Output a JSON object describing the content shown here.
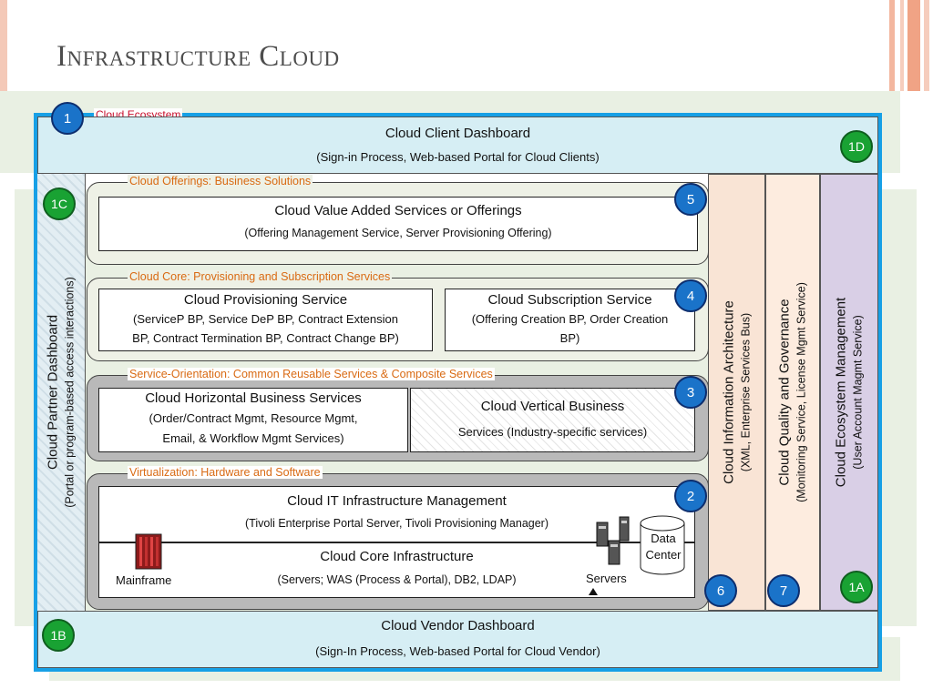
{
  "slide": {
    "title": "Infrastructure Cloud"
  },
  "ecosystem_label": "Cloud Ecosystem",
  "client_dashboard": {
    "title": "Cloud Client Dashboard",
    "subtitle": "(Sign-in Process, Web-based Portal for Cloud Clients)"
  },
  "vendor_dashboard": {
    "title": "Cloud Vendor Dashboard",
    "subtitle": "(Sign-In Process, Web-based Portal for Cloud Vendor)"
  },
  "partner_dashboard": {
    "title": "Cloud Partner Dashboard",
    "subtitle": "(Portal or program-based access interactions)"
  },
  "offerings": {
    "label": "Cloud Offerings: Business Solutions",
    "box_title": "Cloud Value Added Services or Offerings",
    "box_subtitle": "(Offering Management Service, Server Provisioning Offering)"
  },
  "core": {
    "label": "Cloud Core: Provisioning and Subscription Services",
    "provisioning": {
      "title": "Cloud Provisioning Service",
      "line1": "(ServiceP BP, Service DeP BP, Contract Extension",
      "line2": "BP, Contract Termination BP, Contract Change BP)"
    },
    "subscription": {
      "title": "Cloud Subscription Service",
      "line1": "(Offering Creation BP, Order Creation",
      "line2": "BP)"
    }
  },
  "soa": {
    "label": "Service-Orientation: Common Reusable Services & Composite Services",
    "horizontal": {
      "title": "Cloud Horizontal Business Services",
      "line1": "(Order/Contract Mgmt, Resource Mgmt,",
      "line2": "Email, & Workflow Mgmt Services)"
    },
    "vertical": {
      "line1": "Cloud Vertical Business",
      "line2": "Services (Industry-specific services)"
    }
  },
  "virtualization": {
    "label": "Virtualization: Hardware and Software",
    "it_mgmt": {
      "title": "Cloud IT Infrastructure Management",
      "subtitle": "(Tivoli Enterprise Portal Server, Tivoli Provisioning Manager)"
    },
    "core_infra": {
      "title": "Cloud Core Infrastructure",
      "subtitle": "(Servers; WAS (Process & Portal), DB2, LDAP)"
    },
    "mainframe_label": "Mainframe",
    "servers_label": "Servers",
    "datacenter_line1": "Data",
    "datacenter_line2": "Center"
  },
  "info_arch": {
    "title": "Cloud Information Architecture",
    "subtitle": "(XML, Enterprise Services Bus)"
  },
  "quality": {
    "title": "Cloud Quality and Governance",
    "subtitle": "(Monitoring Service, License Mgmt Service)"
  },
  "eco_mgmt": {
    "title": "Cloud Ecosystem Management",
    "subtitle": "(User Account Magmt Service)"
  },
  "badges": {
    "b1": "1",
    "b2": "2",
    "b3": "3",
    "b4": "4",
    "b5": "5",
    "b6": "6",
    "b7": "7",
    "b1a": "1A",
    "b1b": "1B",
    "b1c": "1C",
    "b1d": "1D"
  },
  "colors": {
    "outer_border": "#17a0e6",
    "label_orange": "#d96a13",
    "ecosystem_red": "#c8102e",
    "badge_blue": "#1a73c9",
    "badge_green": "#19a233"
  }
}
